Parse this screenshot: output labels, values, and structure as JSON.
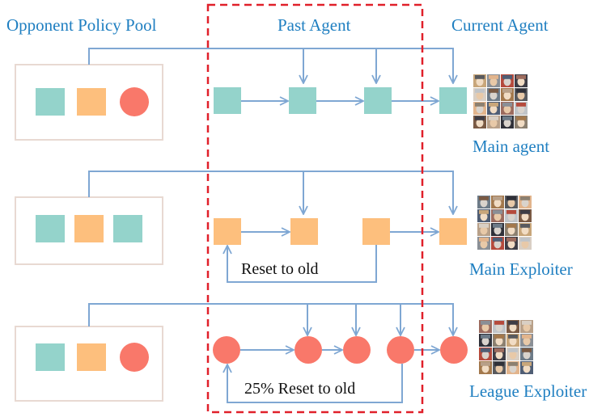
{
  "headers": {
    "pool": "Opponent Policy Pool",
    "past": "Past Agent",
    "current": "Current Agent"
  },
  "rows": [
    {
      "label": "Main agent",
      "reset_label": ""
    },
    {
      "label": "Main Exploiter",
      "reset_label": "Reset to old"
    },
    {
      "label": "League Exploiter",
      "reset_label": "25% Reset to old"
    }
  ],
  "colors": {
    "teal": "#94d3cb",
    "orange": "#fdbf7d",
    "red": "#f9786a",
    "arrow": "#7fa7d3",
    "pool_border": "#e8d9d2",
    "dashed_box": "#e0202a",
    "header_text": "#1f7fc1"
  },
  "icons": {
    "character_portrait_grid": "character-portrait-grid-icon"
  }
}
